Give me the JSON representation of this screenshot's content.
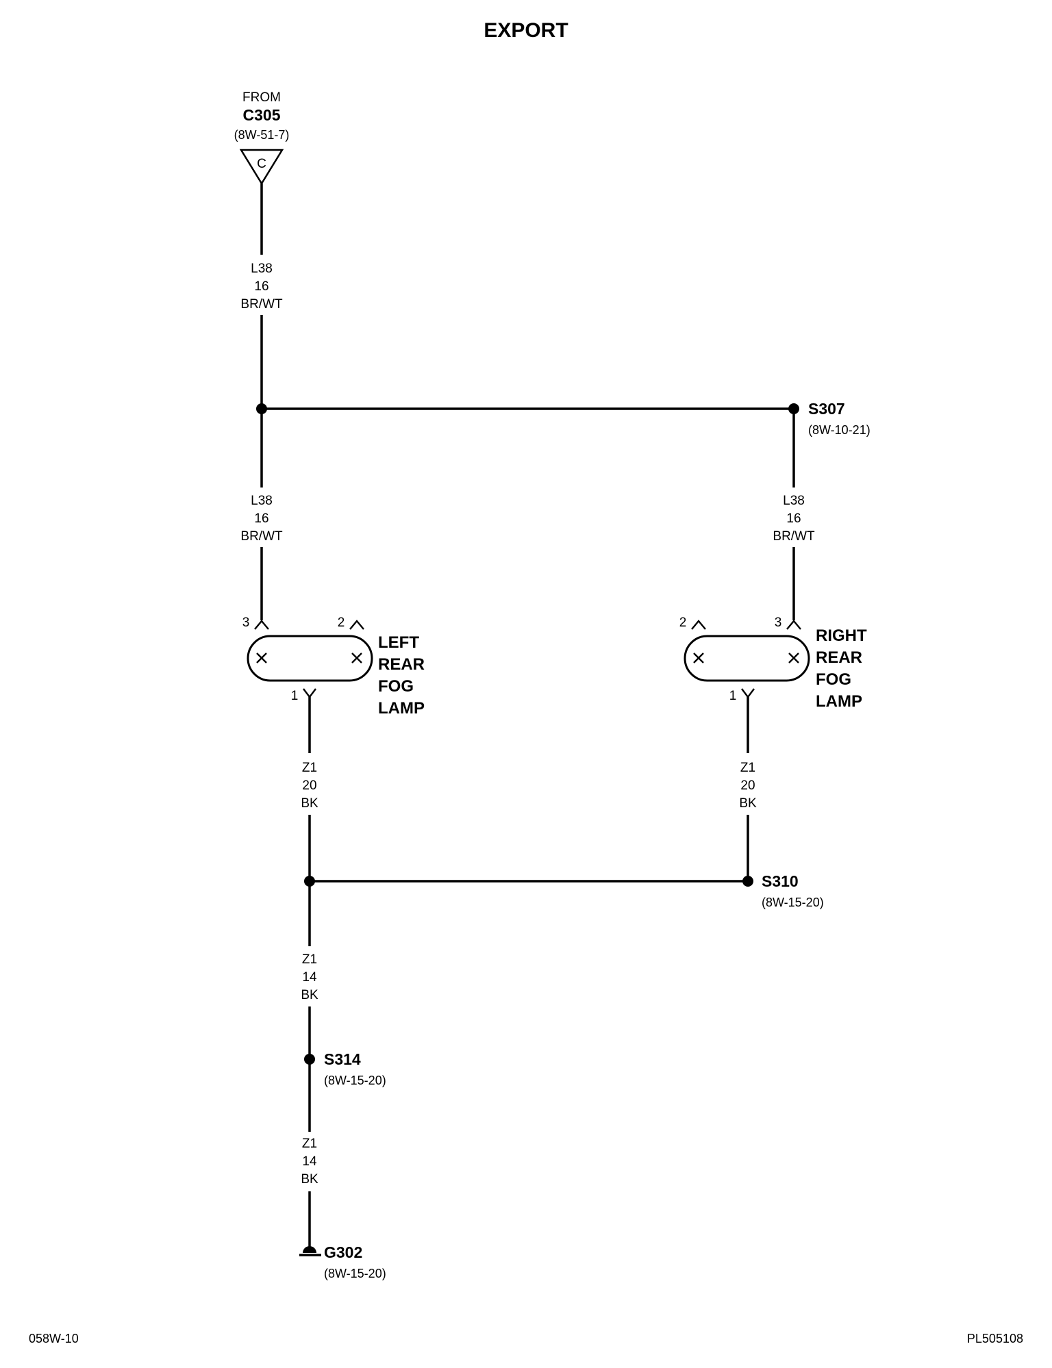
{
  "title": "EXPORT",
  "source": {
    "from_label": "FROM",
    "connector": "C305",
    "ref": "(8W-51-7)",
    "pin": "C"
  },
  "wires": {
    "w1": {
      "circuit": "L38",
      "gauge": "16",
      "color": "BR/WT"
    },
    "w2": {
      "circuit": "L38",
      "gauge": "16",
      "color": "BR/WT"
    },
    "w3": {
      "circuit": "L38",
      "gauge": "16",
      "color": "BR/WT"
    },
    "w4": {
      "circuit": "Z1",
      "gauge": "20",
      "color": "BK"
    },
    "w5": {
      "circuit": "Z1",
      "gauge": "20",
      "color": "BK"
    },
    "w6": {
      "circuit": "Z1",
      "gauge": "14",
      "color": "BK"
    },
    "w7": {
      "circuit": "Z1",
      "gauge": "14",
      "color": "BK"
    }
  },
  "splices": {
    "s307": {
      "name": "S307",
      "ref": "(8W-10-21)"
    },
    "s310": {
      "name": "S310",
      "ref": "(8W-15-20)"
    },
    "s314": {
      "name": "S314",
      "ref": "(8W-15-20)"
    }
  },
  "ground": {
    "name": "G302",
    "ref": "(8W-15-20)"
  },
  "left_lamp": {
    "line1": "LEFT",
    "line2": "REAR",
    "line3": "FOG",
    "line4": "LAMP",
    "pin_top_left": "3",
    "pin_top_right": "2",
    "pin_bottom": "1"
  },
  "right_lamp": {
    "line1": "RIGHT",
    "line2": "REAR",
    "line3": "FOG",
    "line4": "LAMP",
    "pin_top_left": "2",
    "pin_top_right": "3",
    "pin_bottom": "1"
  },
  "footer": {
    "left": "058W-10",
    "right": "PL505108"
  }
}
